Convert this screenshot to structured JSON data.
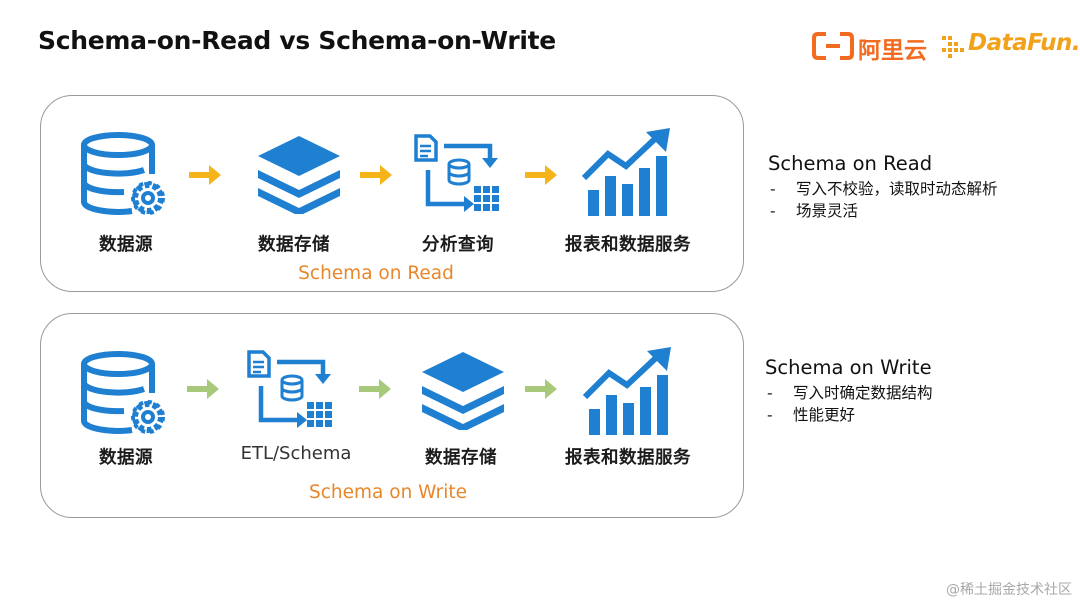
{
  "title": "Schema-on-Read vs Schema-on-Write",
  "logos": {
    "aliyun": "阿里云",
    "datafun": "DataFun."
  },
  "panels": {
    "read": {
      "caption": "Schema on Read",
      "steps": [
        "数据源",
        "数据存储",
        "分析查询",
        "报表和数据服务"
      ],
      "arrow_color": "#f4b41a"
    },
    "write": {
      "caption": "Schema on Write",
      "steps": [
        "数据源",
        "ETL/Schema",
        "数据存储",
        "报表和数据服务"
      ],
      "arrow_color": "#a7c979"
    }
  },
  "side": {
    "read": {
      "heading": "Schema on Read",
      "items": [
        "写入不校验，读取时动态解析",
        "场景灵活"
      ]
    },
    "write": {
      "heading": "Schema on Write",
      "items": [
        "写入时确定数据结构",
        "性能更好"
      ]
    },
    "bullet": "-"
  },
  "watermark": "@稀土掘金技术社区",
  "colors": {
    "icon_blue": "#1f7fd1",
    "caption_orange": "#e8872a"
  },
  "icons": [
    "database-gear-icon",
    "layers-icon",
    "query-icon",
    "bar-chart-growth-icon"
  ]
}
